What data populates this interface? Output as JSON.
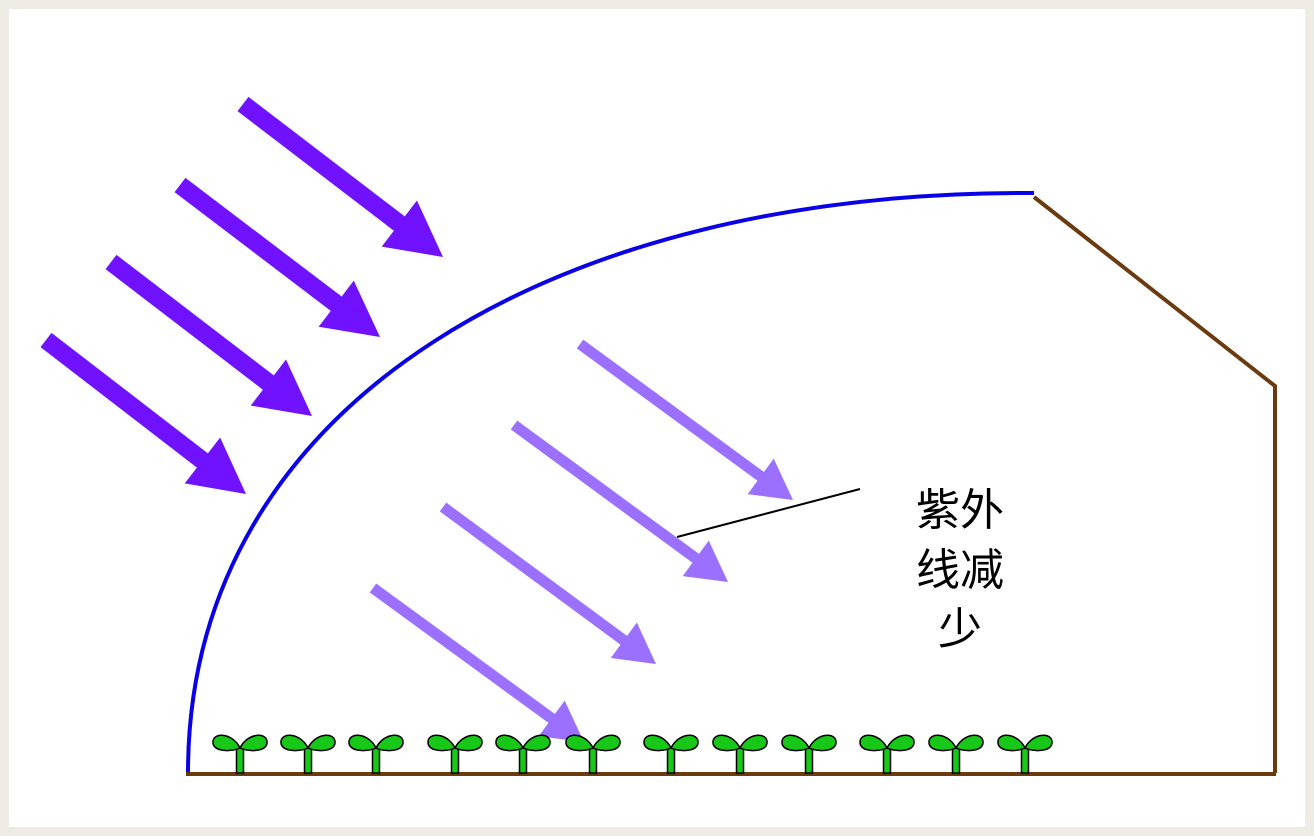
{
  "diagram": {
    "label_lines": [
      "紫外",
      "线减",
      "少"
    ],
    "colors": {
      "background": "#eeebe4",
      "panel": "#ffffff",
      "roof_curve": "#0a00e8",
      "frame": "#6b3a0f",
      "outer_arrow": "#7011ff",
      "inner_arrow": "#9b70ff",
      "leaf_fill": "#18c818",
      "leaf_outline": "#000000",
      "callout_line": "#000000"
    },
    "icons": {
      "outer_arrows": "uv-ray-arrow-icon",
      "inner_arrows": "reduced-uv-ray-arrow-icon",
      "plants": "seedling-icon"
    }
  }
}
